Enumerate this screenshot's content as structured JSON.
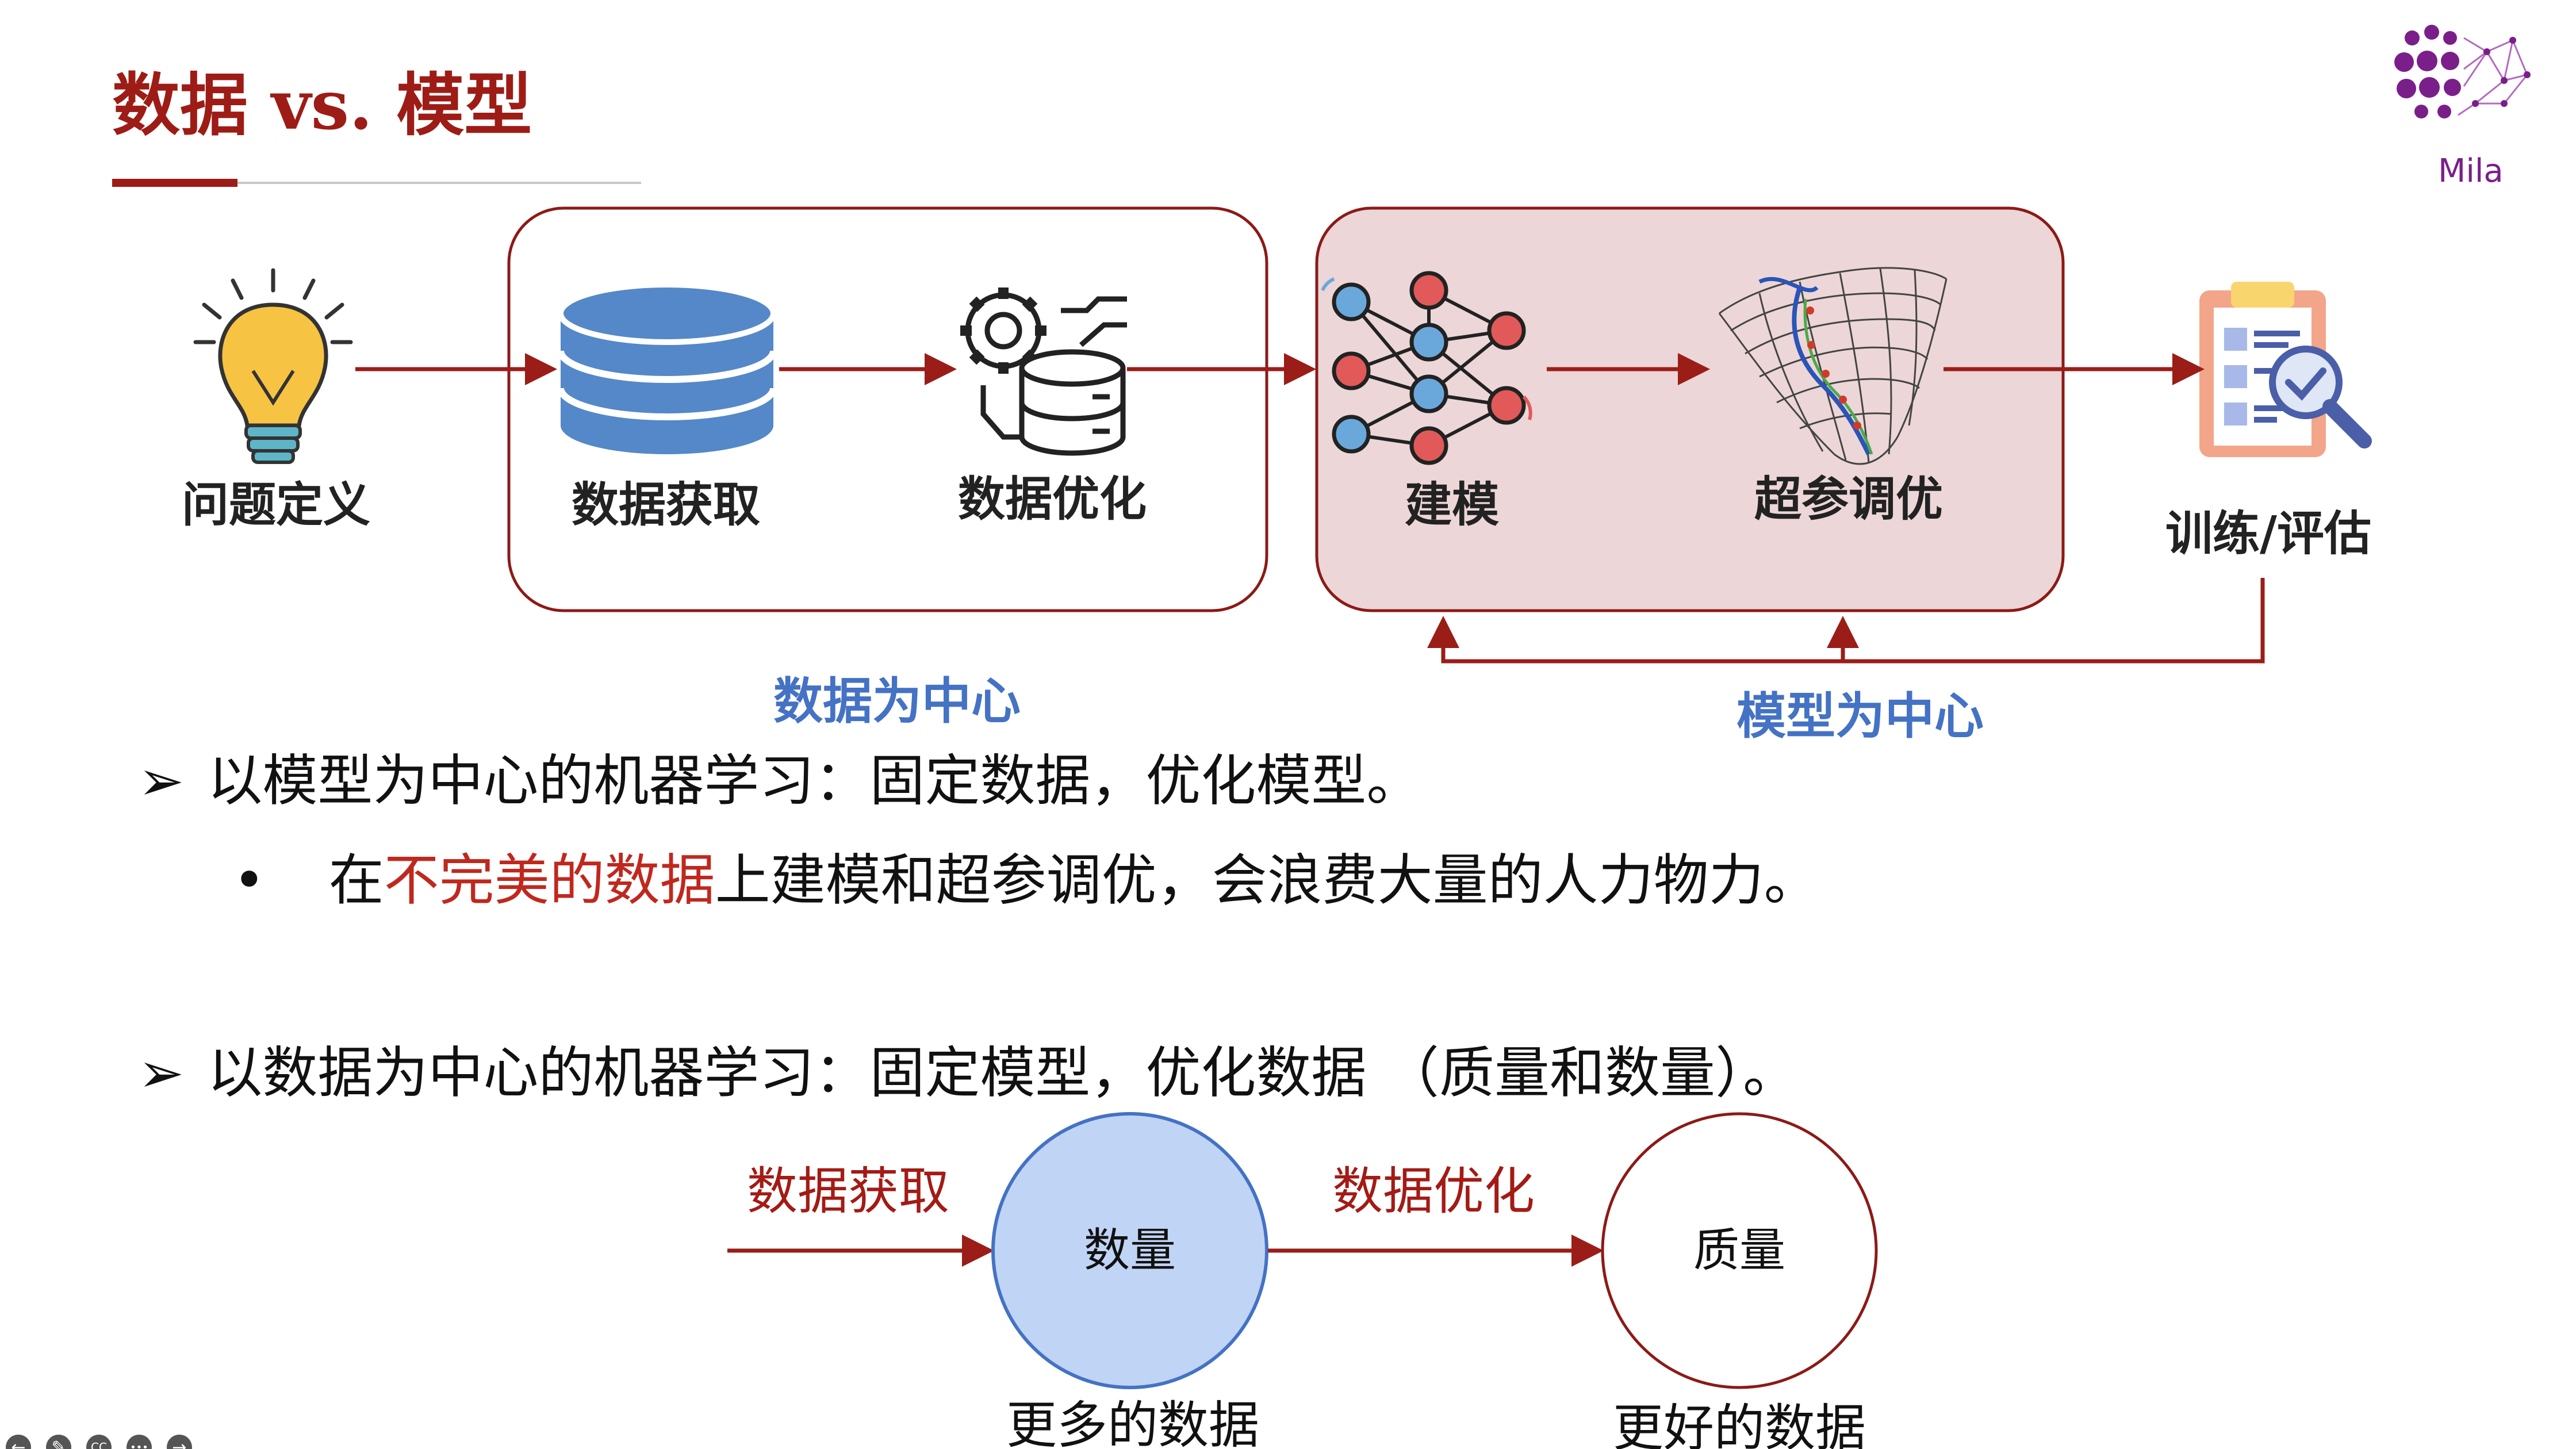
{
  "slide": {
    "title_a": "数据 ",
    "title_vs": "vs.",
    "title_b": " 模型"
  },
  "logo": {
    "text": "Mila"
  },
  "pipeline": {
    "problem_definition": "问题定义",
    "data_acquisition": "数据获取",
    "data_optimization": "数据优化",
    "modeling": "建模",
    "hyperparameter_tuning": "超参调优",
    "train_evaluate": "训练/评估",
    "data_centric": "数据为中心",
    "model_centric": "模型为中心"
  },
  "bullets": {
    "model_centric_marker": "➢",
    "model_centric_text": "以模型为中心的机器学习：固定数据，优化模型。",
    "sub_marker": "•",
    "sub_text_prefix": "在",
    "sub_text_highlight": "不完美的数据",
    "sub_text_suffix": "上建模和超参调优，会浪费大量的人力物力。",
    "data_centric_marker": "➢",
    "data_centric_text": "以数据为中心的机器学习：固定模型，优化数据 （质量和数量）。"
  },
  "bottom_flow": {
    "acquire_label": "数据获取",
    "optimize_label": "数据优化",
    "quantity": "数量",
    "quality": "质量",
    "more_data": "更多的数据",
    "better_data": "更好的数据"
  },
  "controls": {
    "back_icon": "←",
    "pen_icon": "✎",
    "cc_icon": "CC",
    "more_icon": "•••",
    "forward_icon": "→"
  },
  "colors": {
    "accent_red": "#9e1c16",
    "arrow_red": "#9b1d18",
    "label_blue": "#4472c4",
    "model_box_fill": "#ecd6d7",
    "quantity_circle": "#c0d4f5",
    "logo_purple": "#7a1f8a"
  }
}
